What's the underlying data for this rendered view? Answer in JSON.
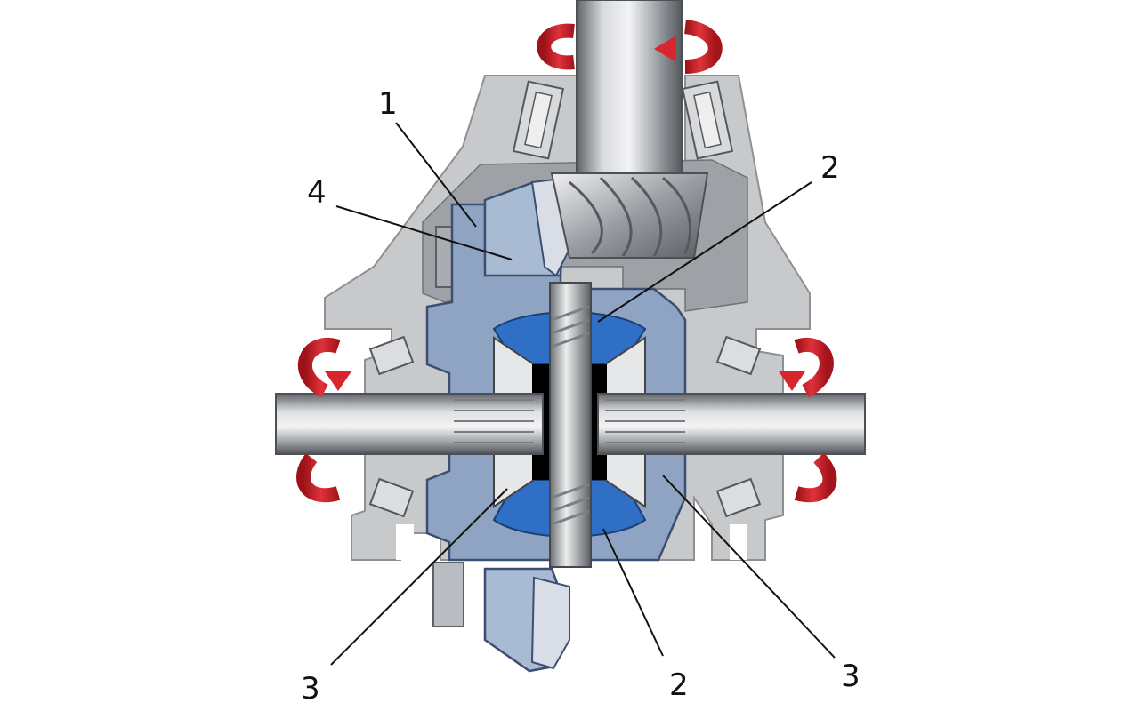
{
  "callouts": [
    {
      "id": "c1",
      "label": "1"
    },
    {
      "id": "c4",
      "label": "4"
    },
    {
      "id": "c2a",
      "label": "2"
    },
    {
      "id": "c2b",
      "label": "2"
    },
    {
      "id": "c3a",
      "label": "3"
    },
    {
      "id": "c3b",
      "label": "3"
    }
  ],
  "colors": {
    "housing": "#c8c9cb",
    "housing_dark": "#8d9094",
    "carrier": "#8fa3c3",
    "carrier_dark": "#3c4f73",
    "side_gear_blue": "#2f6fc6",
    "shaft_light": "#e4e5e7",
    "shaft_dark": "#6e7277",
    "arrow_red": "#d8262e",
    "label": "#111111"
  },
  "icons": {
    "rotation_arrow_top": "rotation-arrow-icon",
    "rotation_arrow_left": "rotation-arrow-icon",
    "rotation_arrow_right": "rotation-arrow-icon"
  }
}
